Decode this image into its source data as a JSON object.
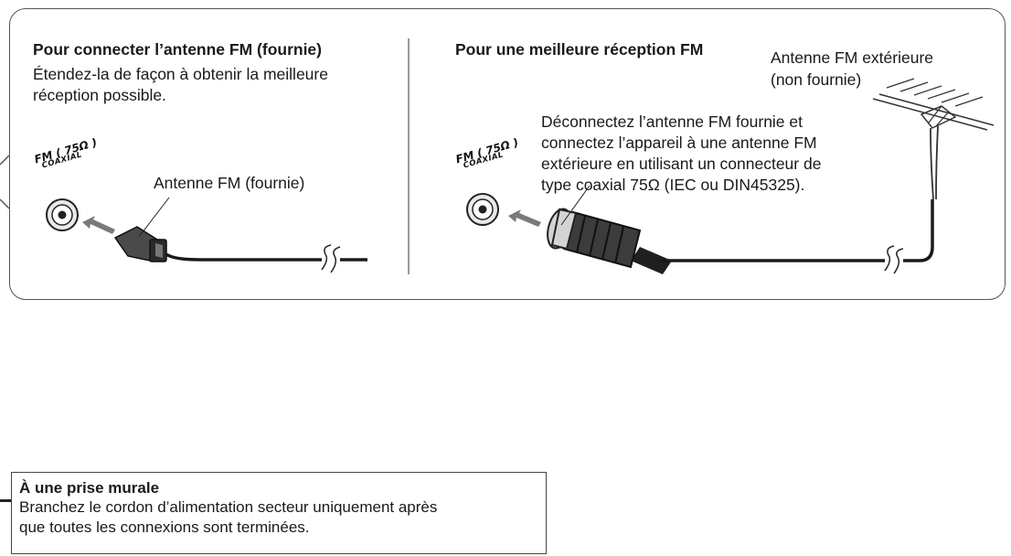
{
  "left_section": {
    "title": "Pour connecter l’antenne FM (fournie)",
    "text_line1": "Étendez-la de façon à obtenir la meilleure",
    "text_line2": "réception possible.",
    "antenna_label": "Antenne FM (fournie)",
    "jack_fm": "FM ( 75Ω )",
    "jack_coaxial": "COAXIAL"
  },
  "right_section": {
    "title": "Pour une meilleure réception FM",
    "outdoor_label_line1": "Antenne FM extérieure",
    "outdoor_label_line2": "(non fournie)",
    "text_line1": "Déconnectez l’antenne FM fournie et",
    "text_line2": "connectez l’appareil à une antenne FM",
    "text_line3": "extérieure en utilisant un connecteur de",
    "text_line4": "type coaxial 75Ω (IEC ou DIN45325).",
    "jack_fm": "FM ( 75Ω )",
    "jack_coaxial": "COAXIAL"
  },
  "wall_outlet": {
    "title": "À une prise murale",
    "text_line1": "Branchez le cordon d’alimentation secteur uniquement après",
    "text_line2": "que toutes les connexions sont terminées."
  }
}
